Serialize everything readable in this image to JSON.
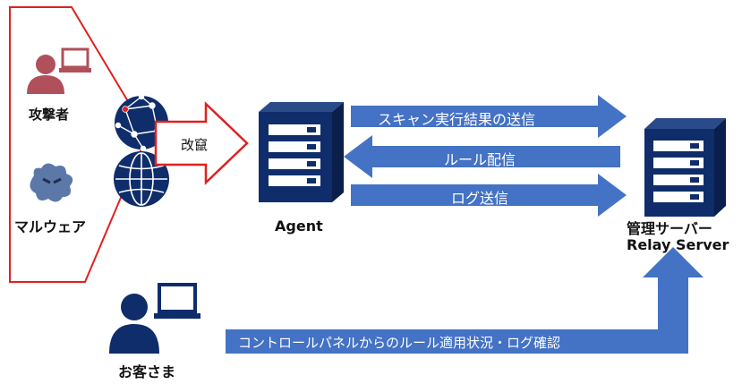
{
  "labels": {
    "attacker": "攻撃者",
    "malware": "マルウェア",
    "tamper": "改竄",
    "agent": "Agent",
    "server_line1": "管理サーバー",
    "server_line2": "Relay Server",
    "customer": "お客さま"
  },
  "arrows": {
    "scan": "スキャン実行結果の送信",
    "rule": "ルール配信",
    "log": "ログ送信",
    "control": "コントロールパネルからのルール適用状況・ログ確認"
  },
  "colors": {
    "accent_blue": "#4472C4",
    "dark_navy": "#0F2D6B",
    "red_outline": "#E02020",
    "attacker_red": "#B0505A",
    "malware_blue": "#5B78A8"
  },
  "icons": [
    "attacker-person-icon",
    "laptop-icon",
    "malware-icon",
    "globe-network-icon",
    "globe-icon",
    "server-icon",
    "customer-person-icon"
  ]
}
